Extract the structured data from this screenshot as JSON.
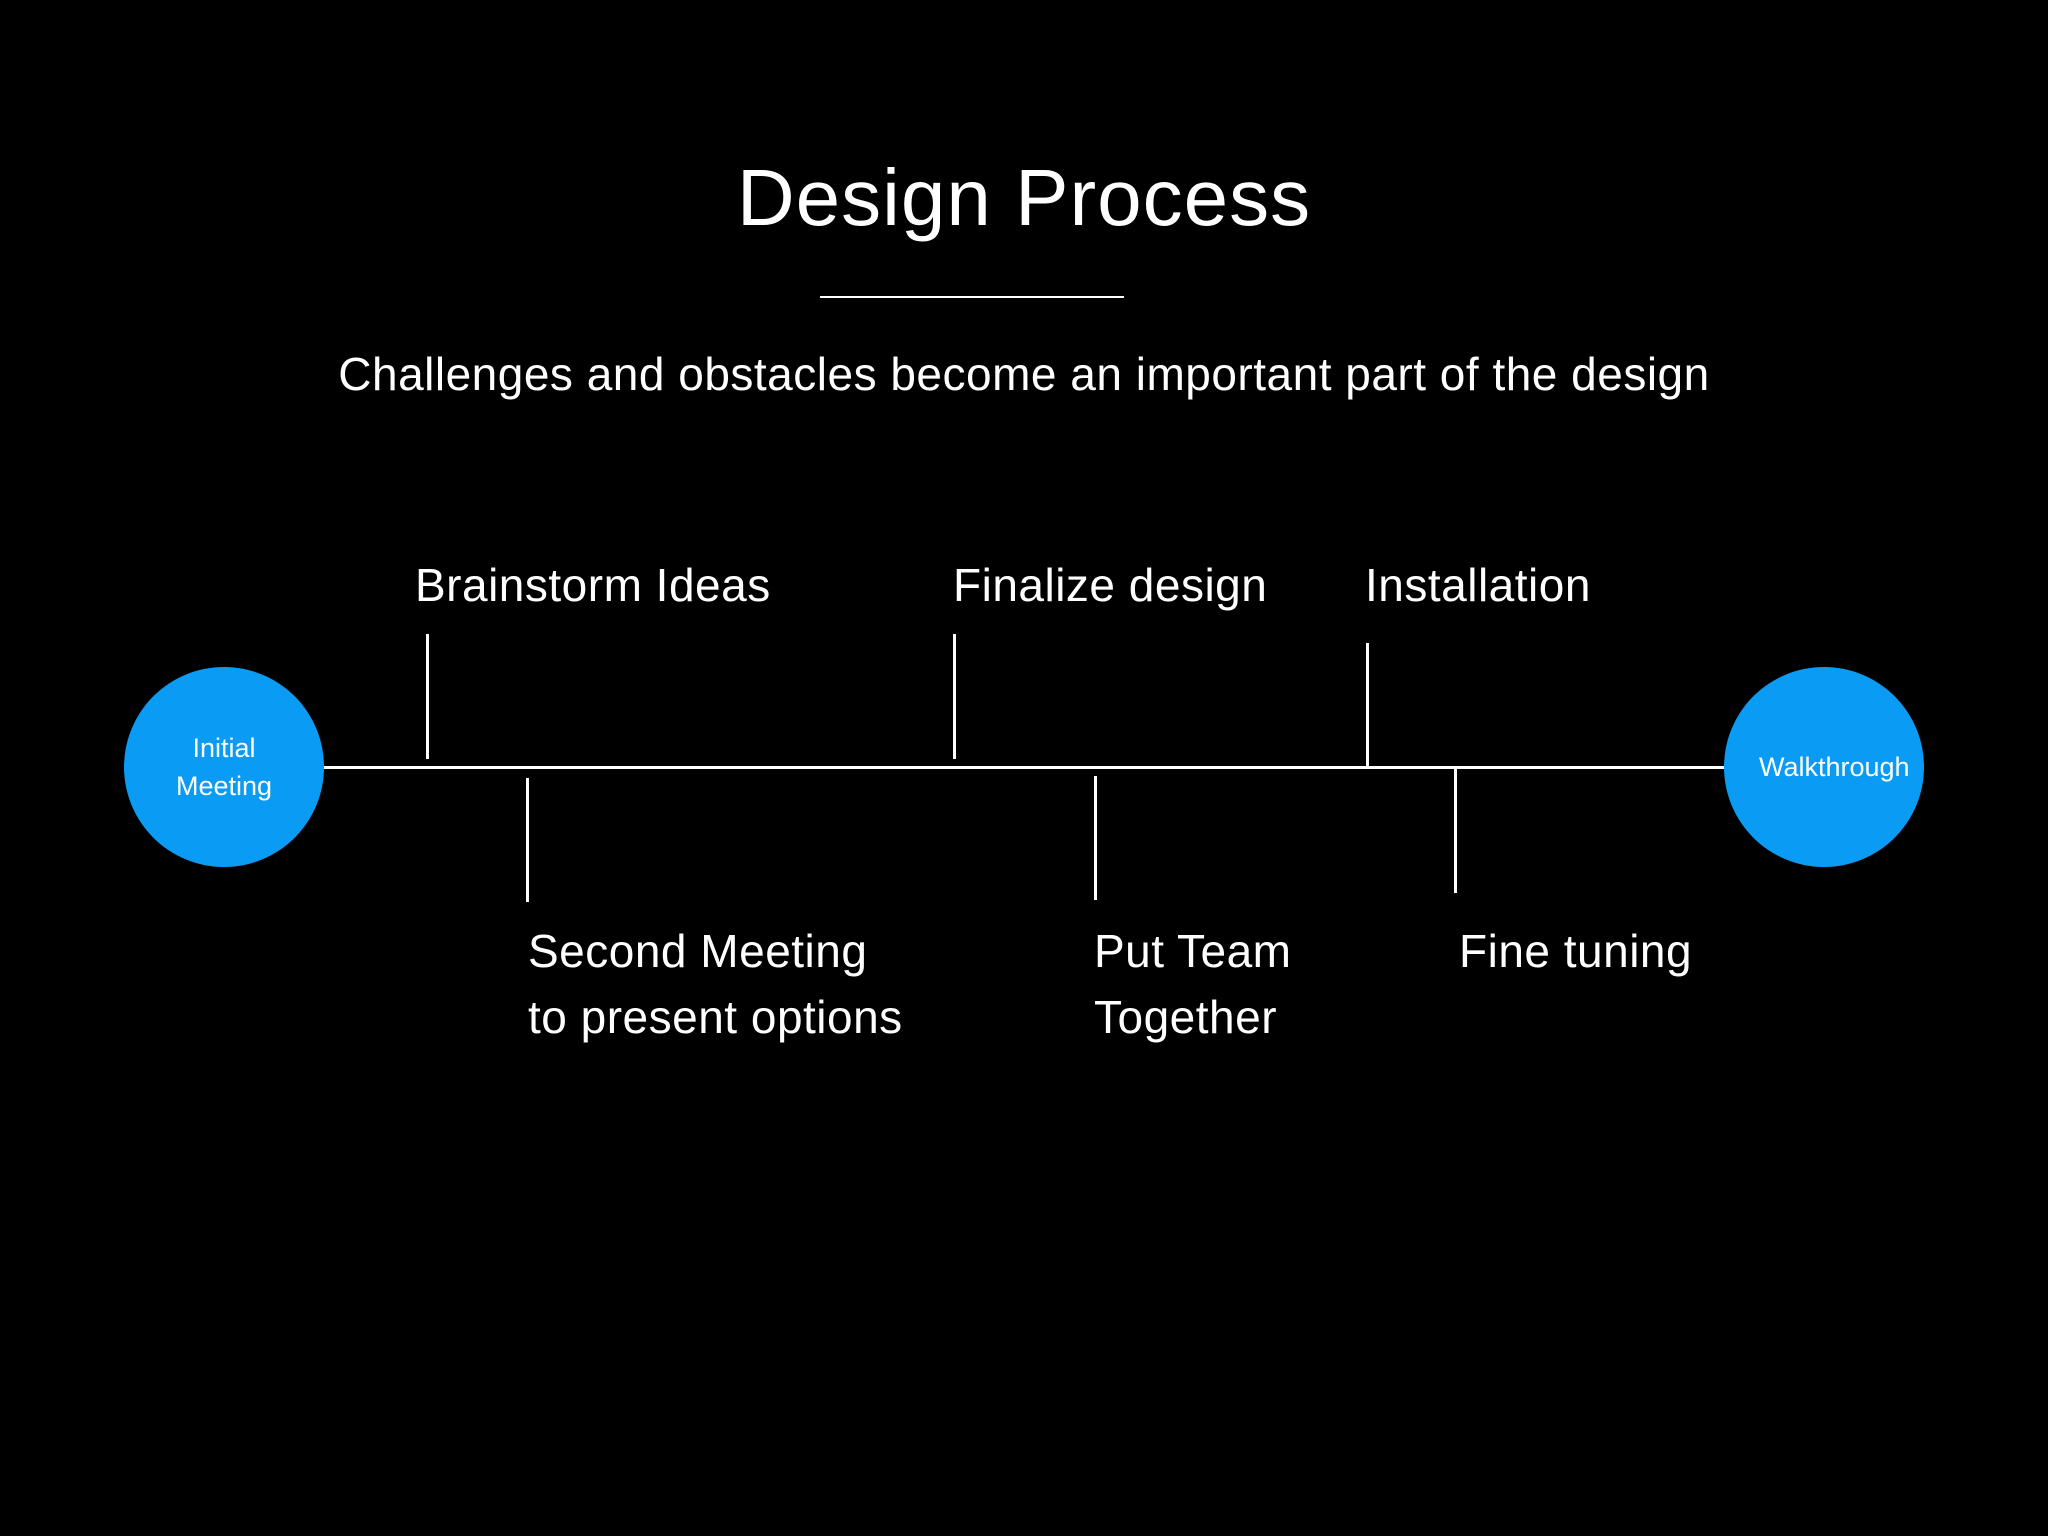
{
  "slide": {
    "title": "Design Process",
    "subtitle": "Challenges and obstacles become an important part of the design"
  },
  "timeline": {
    "start_node": "Initial Meeting",
    "end_node": "Walkthrough",
    "node_color": "#0A9BF5",
    "line_color": "#FFFFFF",
    "above_stages": [
      {
        "label": "Brainstorm Ideas"
      },
      {
        "label": "Finalize design"
      },
      {
        "label": "Installation"
      }
    ],
    "below_stages": [
      {
        "label_line1": "Second Meeting",
        "label_line2": "to present options"
      },
      {
        "label_line1": "Put Team",
        "label_line2": "Together"
      },
      {
        "label_line1": "Fine tuning",
        "label_line2": ""
      }
    ]
  }
}
